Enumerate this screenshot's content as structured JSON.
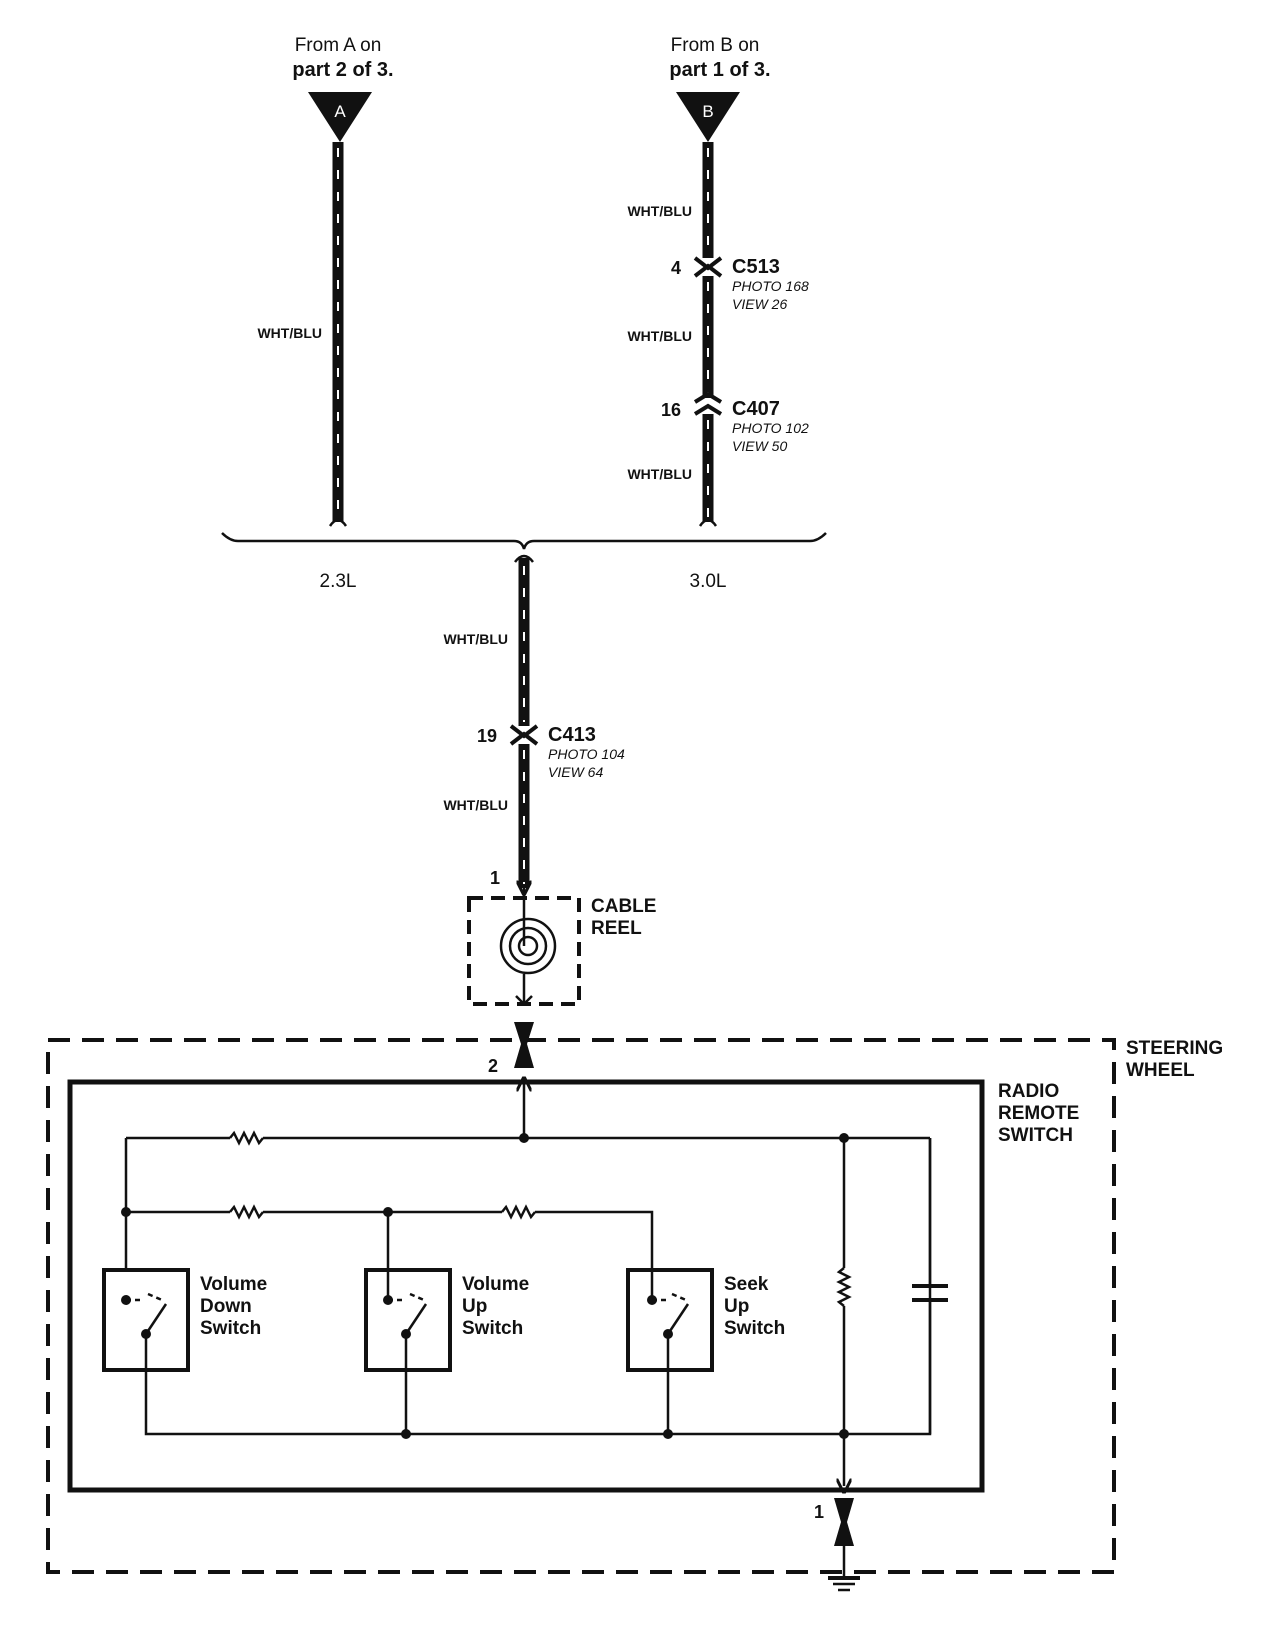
{
  "sources": {
    "a": {
      "letter": "A",
      "line1": "From A on",
      "line2": "part 2 of 3."
    },
    "b": {
      "letter": "B",
      "line1": "From B on",
      "line2": "part 1 of 3."
    }
  },
  "wire_color": "WHT/BLU",
  "connectors": {
    "c513": {
      "id": "C513",
      "pin": "4",
      "photo": "PHOTO 168",
      "view": "VIEW 26"
    },
    "c407": {
      "id": "C407",
      "pin": "16",
      "photo": "PHOTO 102",
      "view": "VIEW 50"
    },
    "c413": {
      "id": "C413",
      "pin": "19",
      "photo": "PHOTO 104",
      "view": "VIEW 64"
    }
  },
  "engines": {
    "left": "2.3L",
    "right": "3.0L"
  },
  "cable_reel": {
    "line1": "CABLE",
    "line2": "REEL",
    "pin_top": "1"
  },
  "steering_wheel": {
    "line1": "STEERING",
    "line2": "WHEEL",
    "pin_in": "2",
    "pin_out": "1"
  },
  "radio_switch": {
    "line1": "RADIO",
    "line2": "REMOTE",
    "line3": "SWITCH"
  },
  "switches": [
    {
      "line1": "Volume",
      "line2": "Down",
      "line3": "Switch"
    },
    {
      "line1": "Volume",
      "line2": "Up",
      "line3": "Switch"
    },
    {
      "line1": "Seek",
      "line2": "Up",
      "line3": "Switch"
    }
  ],
  "colors": {
    "ink": "#111111",
    "paper": "#ffffff"
  }
}
